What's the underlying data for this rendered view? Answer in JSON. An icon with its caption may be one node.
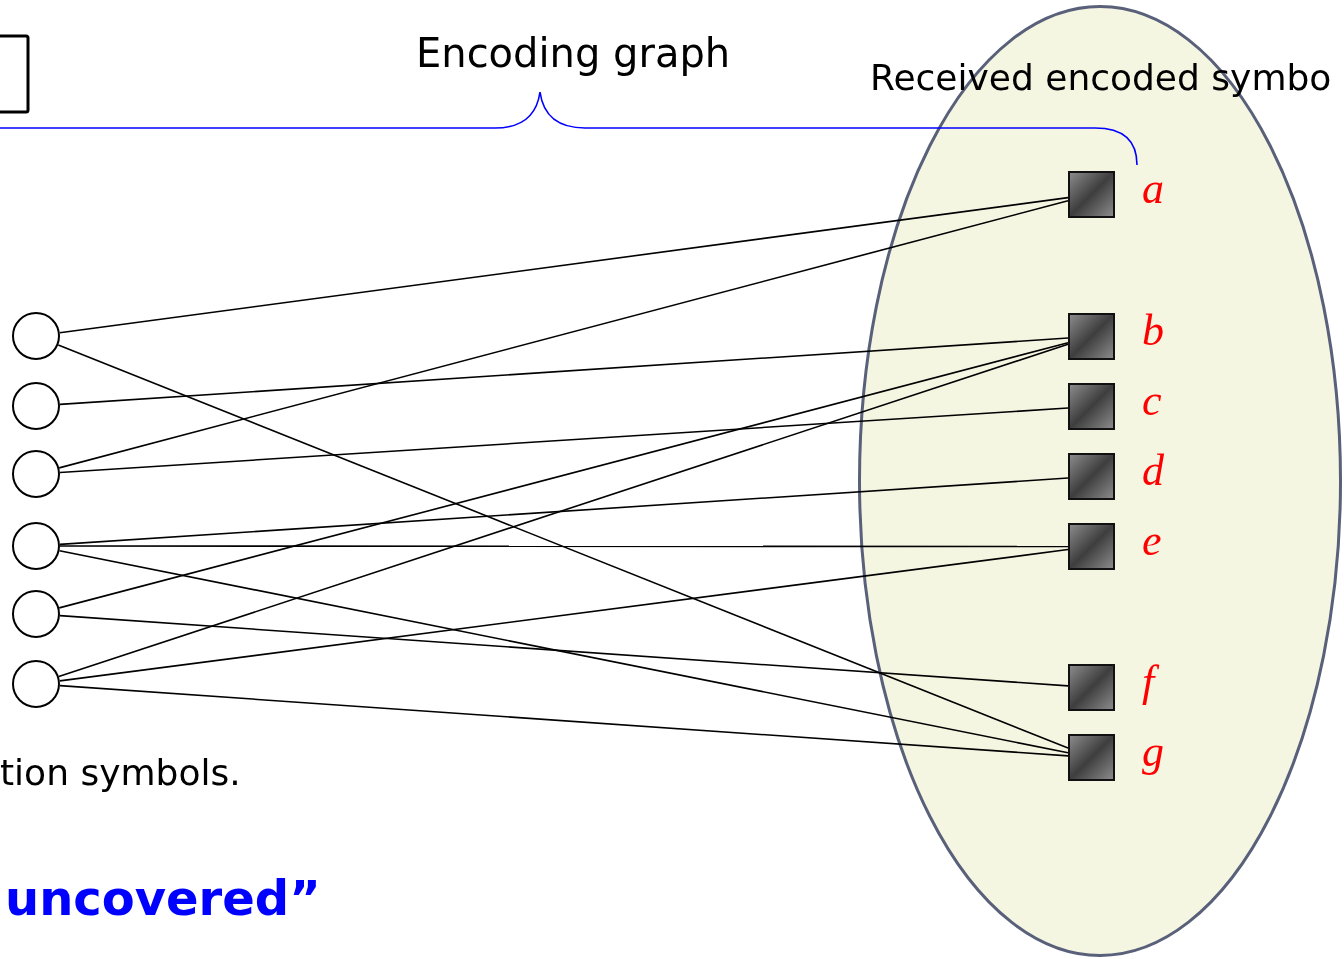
{
  "diagram": {
    "nodes": [
      {
        "text": [
          "Received encoded symbo"
        ]
      },
      {
        "text": [],
        "shape": "box",
        "beside": [
          "a"
        ],
        "in": 0
      },
      {
        "text": [],
        "shape": "box",
        "beside": [
          "b"
        ],
        "in": 0
      },
      {
        "text": [],
        "shape": "box",
        "beside": [
          "c"
        ],
        "in": 0
      },
      {
        "text": [],
        "shape": "box",
        "beside": [
          "d"
        ],
        "in": 0
      },
      {
        "text": [],
        "shape": "box",
        "beside": [
          "e"
        ],
        "in": 0
      },
      {
        "text": [],
        "shape": "box",
        "beside": [
          "f"
        ],
        "in": 0
      },
      {
        "text": [],
        "shape": "box",
        "beside": [
          "g"
        ],
        "in": 0
      },
      {
        "text": [],
        "shape": "circle"
      },
      {
        "text": [],
        "shape": "circle"
      },
      {
        "text": [],
        "shape": "circle"
      },
      {
        "text": [],
        "shape": "circle"
      },
      {
        "text": [],
        "shape": "circle"
      },
      {
        "text": [],
        "shape": "circle"
      }
    ],
    "edges": [
      {
        "from": 8,
        "to": 1,
        "arrow": "none"
      },
      {
        "from": 8,
        "to": 7,
        "arrow": "none"
      },
      {
        "from": 9,
        "to": 2,
        "arrow": "none"
      },
      {
        "from": 10,
        "to": 1,
        "arrow": "none"
      },
      {
        "from": 10,
        "to": 3,
        "arrow": "none"
      },
      {
        "from": 11,
        "to": 4,
        "arrow": "none"
      },
      {
        "from": 11,
        "to": 5,
        "arrow": "none"
      },
      {
        "from": 11,
        "to": 7,
        "arrow": "none"
      },
      {
        "from": 12,
        "to": 2,
        "arrow": "none"
      },
      {
        "from": 12,
        "to": 6,
        "arrow": "none"
      },
      {
        "from": 13,
        "to": 2,
        "arrow": "none"
      },
      {
        "from": 13,
        "to": 5,
        "arrow": "none"
      },
      {
        "from": 13,
        "to": 7,
        "arrow": "none"
      }
    ],
    "labels": [
      "Encoding graph",
      "tion symbols.",
      "uncovered”"
    ]
  }
}
